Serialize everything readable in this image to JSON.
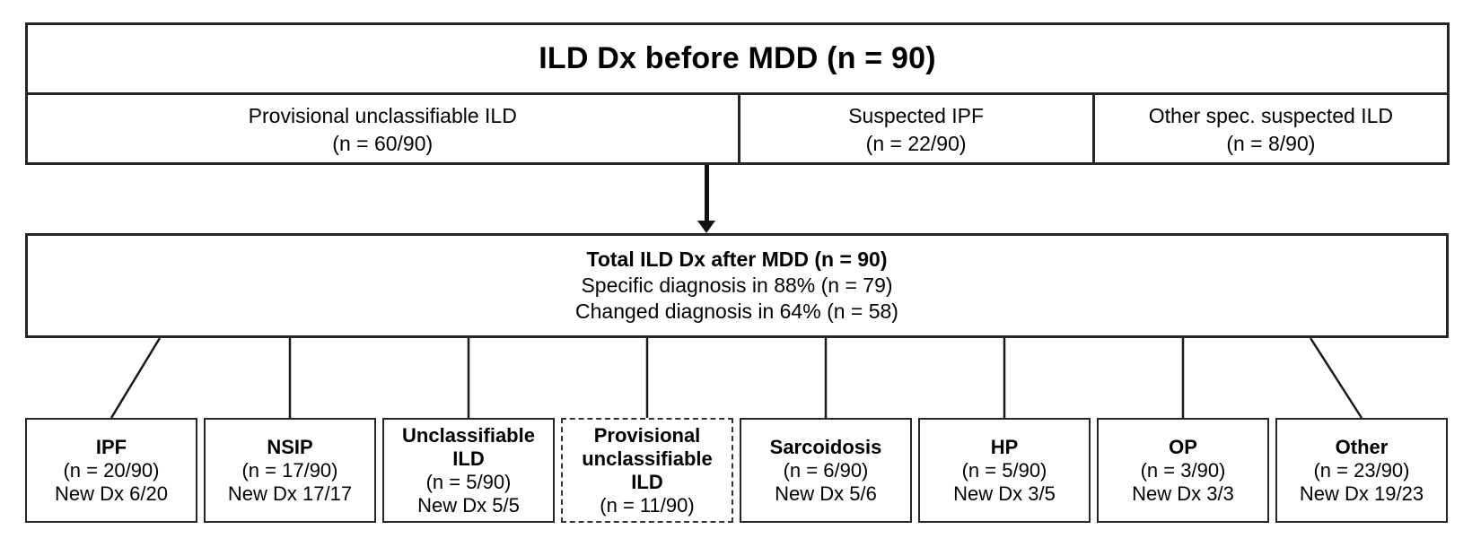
{
  "diagram": {
    "colors": {
      "border": "#262626",
      "text": "#000000",
      "background": "#ffffff"
    },
    "top_box": {
      "title": "ILD Dx before MDD (n = 90)",
      "cells": [
        {
          "label": "Provisional unclassifiable ILD",
          "count": "(n = 60/90)"
        },
        {
          "label": "Suspected IPF",
          "count": "(n = 22/90)"
        },
        {
          "label": "Other spec. suspected ILD",
          "count": "(n = 8/90)"
        }
      ]
    },
    "middle_box": {
      "line1": "Total ILD Dx after MDD (n = 90)",
      "line2": "Specific diagnosis in 88% (n = 79)",
      "line3": "Changed diagnosis in 64% (n = 58)"
    },
    "bottom_boxes": [
      {
        "name": "IPF",
        "count": "(n = 20/90)",
        "new_dx": "New Dx 6/20",
        "dashed": false
      },
      {
        "name": "NSIP",
        "count": "(n = 17/90)",
        "new_dx": "New Dx 17/17",
        "dashed": false
      },
      {
        "name": "Unclassifiable ILD",
        "count": "(n = 5/90)",
        "new_dx": "New Dx 5/5",
        "dashed": false
      },
      {
        "name": "Provisional unclassifiable ILD",
        "count": "(n = 11/90)",
        "new_dx": "",
        "dashed": true
      },
      {
        "name": "Sarcoidosis",
        "count": "(n = 6/90)",
        "new_dx": "New Dx 5/6",
        "dashed": false
      },
      {
        "name": "HP",
        "count": "(n = 5/90)",
        "new_dx": "New Dx 3/5",
        "dashed": false
      },
      {
        "name": "OP",
        "count": "(n = 3/90)",
        "new_dx": "New Dx 3/3",
        "dashed": false
      },
      {
        "name": "Other",
        "count": "(n = 23/90)",
        "new_dx": "New Dx 19/23",
        "dashed": false
      }
    ]
  }
}
